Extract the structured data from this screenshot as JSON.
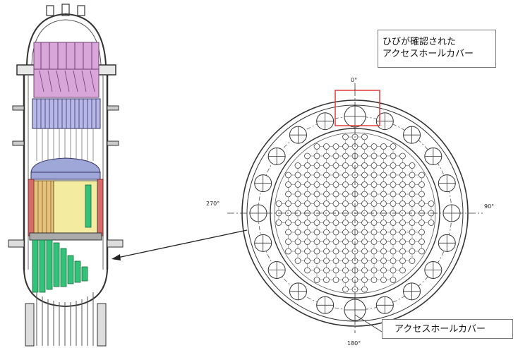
{
  "callouts": {
    "cracked_cover_line1": "ひびが確認された",
    "cracked_cover_line2": "アクセスホールカバー",
    "access_hole_cover": "アクセスホールカバー"
  },
  "angle_labels": {
    "top": "0°",
    "right": "90°",
    "bottom": "180°",
    "left": "270°"
  },
  "colors": {
    "highlight_box": "#e23a3a",
    "upper_internals": "#d8a6d8",
    "separator": "#b8b8e8",
    "core_fuel": "#f3eba0",
    "core_blue": "#9fa6d8",
    "shroud_red": "#d86a6a",
    "lower_green": "#33c27a"
  }
}
